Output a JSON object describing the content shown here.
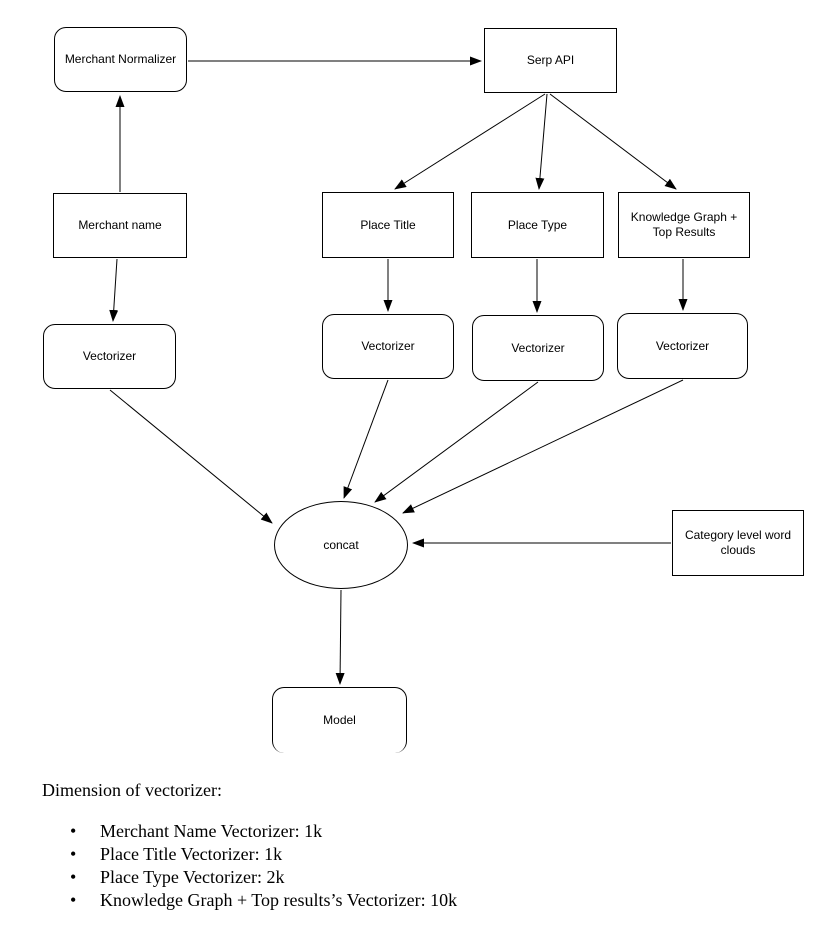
{
  "diagram": {
    "nodes": {
      "merchant_normalizer": {
        "label": "Merchant Normalizer",
        "shape": "rounded-rect"
      },
      "serp_api": {
        "label": "Serp API",
        "shape": "rect"
      },
      "merchant_name": {
        "label": "Merchant name",
        "shape": "rect"
      },
      "place_title": {
        "label": "Place Title",
        "shape": "rect"
      },
      "place_type": {
        "label": "Place Type",
        "shape": "rect"
      },
      "knowledge_graph": {
        "label": "Knowledge Graph + Top Results",
        "shape": "rect"
      },
      "vectorizer_merchant_name": {
        "label": "Vectorizer",
        "shape": "rounded-rect"
      },
      "vectorizer_place_title": {
        "label": "Vectorizer",
        "shape": "rounded-rect"
      },
      "vectorizer_place_type": {
        "label": "Vectorizer",
        "shape": "rounded-rect"
      },
      "vectorizer_knowledge_graph": {
        "label": "Vectorizer",
        "shape": "rounded-rect"
      },
      "concat": {
        "label": "concat",
        "shape": "ellipse"
      },
      "category_word_clouds": {
        "label": "Category level word clouds",
        "shape": "rect"
      },
      "model": {
        "label": "Model",
        "shape": "rounded-rect"
      }
    },
    "edges": [
      "merchant-normalizer-to-serp-api",
      "merchant-name-to-merchant-normalizer",
      "serp-api-to-place-title",
      "serp-api-to-place-type",
      "serp-api-to-knowledge-graph",
      "merchant-name-to-vectorizer",
      "place-title-to-vectorizer",
      "place-type-to-vectorizer",
      "knowledge-graph-to-vectorizer",
      "vectorizer-merchant-name-to-concat",
      "vectorizer-place-title-to-concat",
      "vectorizer-place-type-to-concat",
      "vectorizer-knowledge-graph-to-concat",
      "category-word-clouds-to-concat",
      "concat-to-model"
    ],
    "colors": {
      "stroke": "#000000",
      "fill": "#ffffff",
      "text": "#000000"
    }
  },
  "notes": {
    "heading": "Dimension of vectorizer:",
    "bullet_char": "•",
    "bullets": [
      "Merchant Name Vectorizer: 1k",
      "Place Title Vectorizer: 1k",
      "Place Type Vectorizer: 2k",
      "Knowledge Graph + Top results’s Vectorizer: 10k"
    ]
  }
}
